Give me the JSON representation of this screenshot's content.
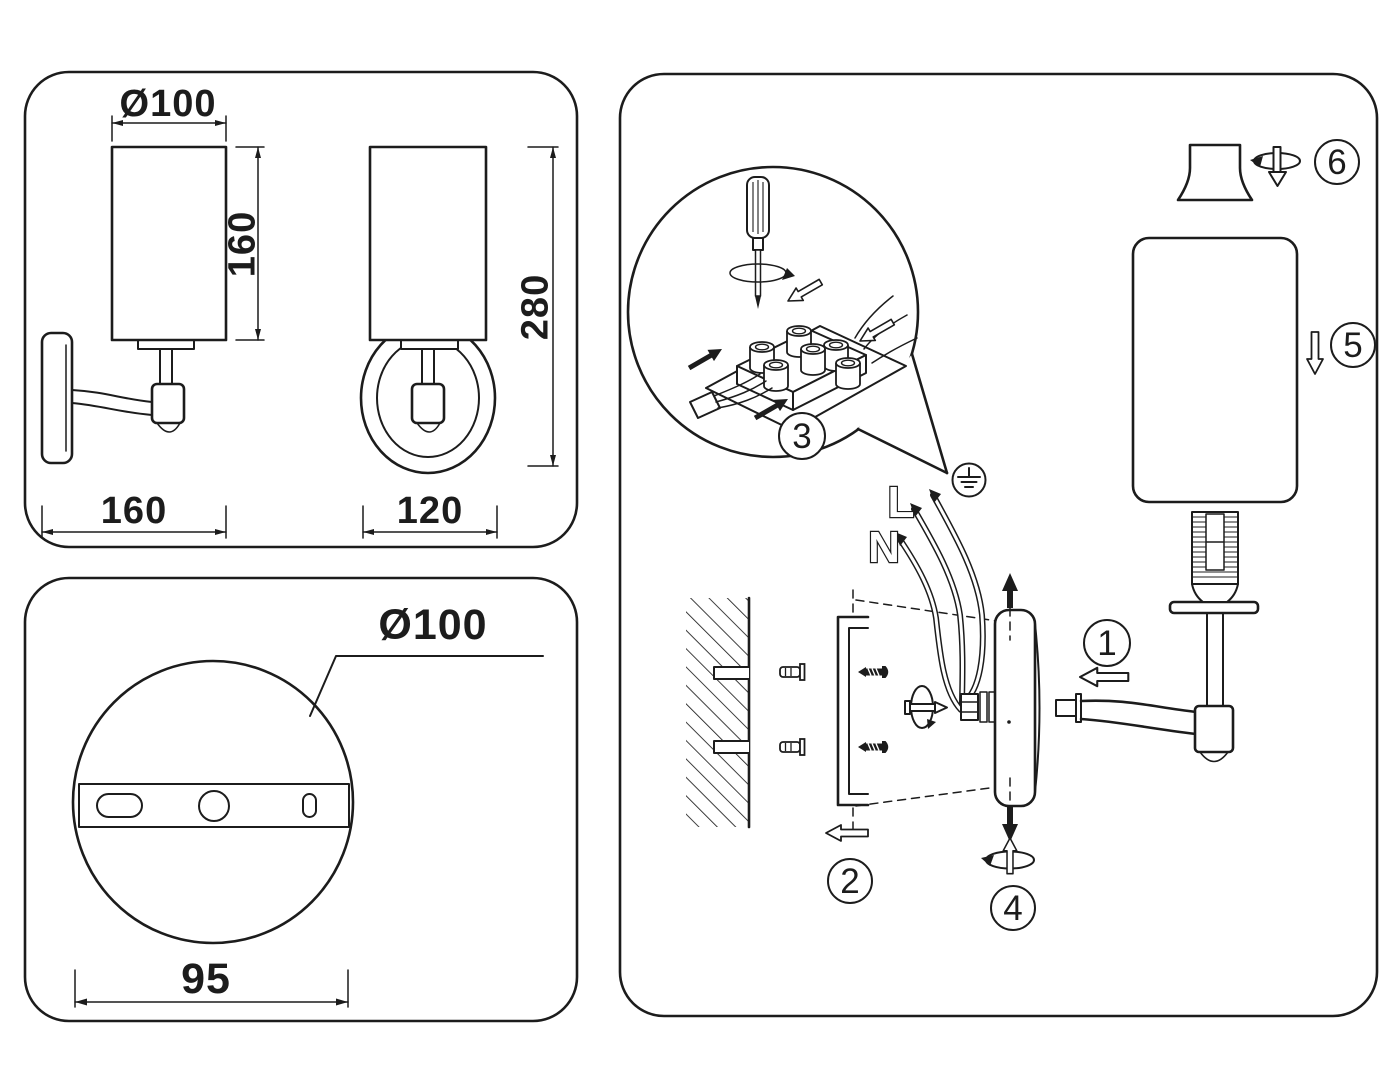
{
  "figure": {
    "kind": "wall sconce technical drawing and installation instructions"
  },
  "dims": {
    "shade_dia": "Ø100",
    "shade_h": "160",
    "total_h": "280",
    "depth": "160",
    "width": "120",
    "plate_dia": "Ø100",
    "hole_spacing": "95"
  },
  "steps": [
    "1",
    "2",
    "3",
    "4",
    "5",
    "6"
  ],
  "wires": {
    "live": "L",
    "neutral": "N"
  },
  "colors": {
    "ink": "#1c1c1c",
    "paper": "#ffffff"
  }
}
